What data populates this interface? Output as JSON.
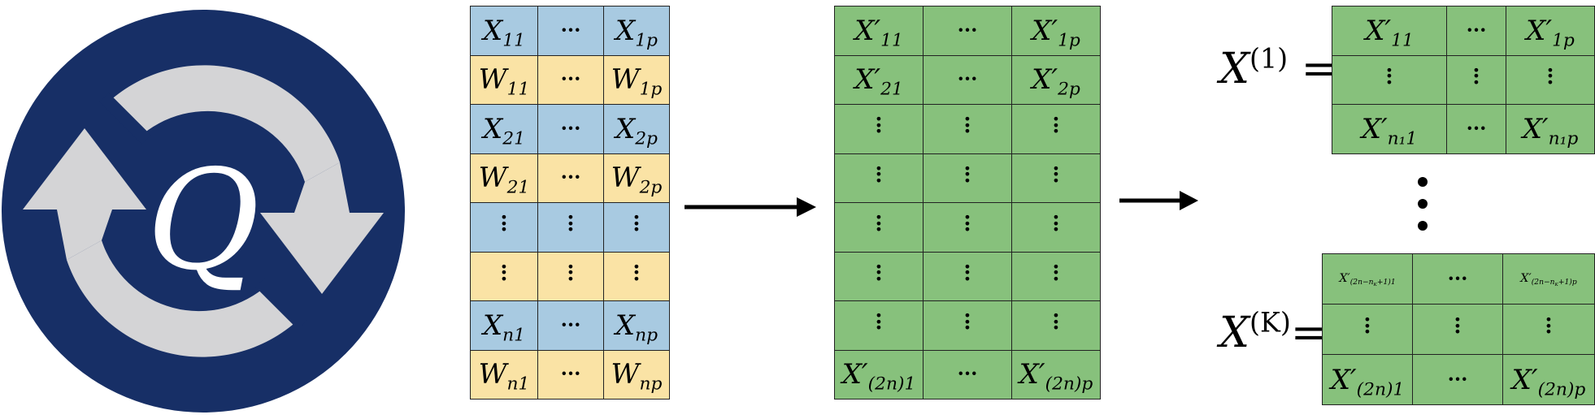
{
  "logo": {
    "icon": "refresh-arrows-icon",
    "letter": "Q",
    "colors": {
      "circle": "#172f66",
      "ring": "#d4d4d6",
      "letter": "#ffffff"
    }
  },
  "colors": {
    "x_row": "#a8cae1",
    "w_row": "#fae3a5",
    "knockoff": "#87c17c",
    "border": "#222222"
  },
  "matrix_input": {
    "rows": [
      {
        "type": "x",
        "cells": [
          {
            "b": "X",
            "s": "11"
          },
          {
            "dots": "h"
          },
          {
            "b": "X",
            "s": "1p"
          }
        ]
      },
      {
        "type": "w",
        "cells": [
          {
            "b": "W",
            "s": "11"
          },
          {
            "dots": "h"
          },
          {
            "b": "W",
            "s": "1p"
          }
        ]
      },
      {
        "type": "x",
        "cells": [
          {
            "b": "X",
            "s": "21"
          },
          {
            "dots": "h"
          },
          {
            "b": "X",
            "s": "2p"
          }
        ]
      },
      {
        "type": "w",
        "cells": [
          {
            "b": "W",
            "s": "21"
          },
          {
            "dots": "h"
          },
          {
            "b": "W",
            "s": "2p"
          }
        ]
      },
      {
        "type": "x",
        "cells": [
          {
            "dots": "v"
          },
          {
            "dots": "v"
          },
          {
            "dots": "v"
          }
        ]
      },
      {
        "type": "w",
        "cells": [
          {
            "dots": "v"
          },
          {
            "dots": "v"
          },
          {
            "dots": "v"
          }
        ]
      },
      {
        "type": "x",
        "cells": [
          {
            "b": "X",
            "s": "n1"
          },
          {
            "dots": "h"
          },
          {
            "b": "X",
            "s": "np"
          }
        ]
      },
      {
        "type": "w",
        "cells": [
          {
            "b": "W",
            "s": "n1"
          },
          {
            "dots": "h"
          },
          {
            "b": "W",
            "s": "np"
          }
        ]
      }
    ]
  },
  "matrix_combined": {
    "rows": [
      [
        {
          "b": "X",
          "s": "11",
          "p": true
        },
        {
          "dots": "h"
        },
        {
          "b": "X",
          "s": "1p",
          "p": true
        }
      ],
      [
        {
          "b": "X",
          "s": "21",
          "p": true
        },
        {
          "dots": "h"
        },
        {
          "b": "X",
          "s": "2p",
          "p": true
        }
      ],
      [
        {
          "dots": "v"
        },
        {
          "dots": "v"
        },
        {
          "dots": "v"
        }
      ],
      [
        {
          "dots": "v"
        },
        {
          "dots": "v"
        },
        {
          "dots": "v"
        }
      ],
      [
        {
          "dots": "v"
        },
        {
          "dots": "v"
        },
        {
          "dots": "v"
        }
      ],
      [
        {
          "dots": "v"
        },
        {
          "dots": "v"
        },
        {
          "dots": "v"
        }
      ],
      [
        {
          "dots": "v"
        },
        {
          "dots": "v"
        },
        {
          "dots": "v"
        }
      ],
      [
        {
          "b": "X",
          "s": "(2n)1",
          "p": true
        },
        {
          "dots": "h"
        },
        {
          "b": "X",
          "s": "(2n)p",
          "p": true
        }
      ]
    ]
  },
  "matrix_first": {
    "label": {
      "b": "X",
      "sup": "(1)",
      "eq": "="
    },
    "rows": [
      [
        {
          "b": "X",
          "s": "11",
          "p": true
        },
        {
          "dots": "h"
        },
        {
          "b": "X",
          "s": "1p",
          "p": true
        }
      ],
      [
        {
          "dots": "v"
        },
        {
          "dots": "v"
        },
        {
          "dots": "v"
        }
      ],
      [
        {
          "b": "X",
          "s": "n₁1",
          "p": true
        },
        {
          "dots": "h"
        },
        {
          "b": "X",
          "s": "n₁p",
          "p": true
        }
      ]
    ]
  },
  "matrix_last": {
    "label": {
      "b": "X",
      "sup": "(K)",
      "eq": "="
    },
    "rows": [
      [
        {
          "b": "X",
          "s": "(2n−n_K+1)1",
          "p": true,
          "small": true
        },
        {
          "dots": "h"
        },
        {
          "b": "X",
          "s": "(2n−n_K+1)p",
          "p": true,
          "small": true
        }
      ],
      [
        {
          "dots": "v"
        },
        {
          "dots": "v"
        },
        {
          "dots": "v"
        }
      ],
      [
        {
          "b": "X",
          "s": "(2n)1",
          "p": true
        },
        {
          "dots": "h"
        },
        {
          "b": "X",
          "s": "(2n)p",
          "p": true
        }
      ]
    ]
  },
  "arrows": [
    "arrow-right-icon",
    "arrow-right-icon"
  ]
}
